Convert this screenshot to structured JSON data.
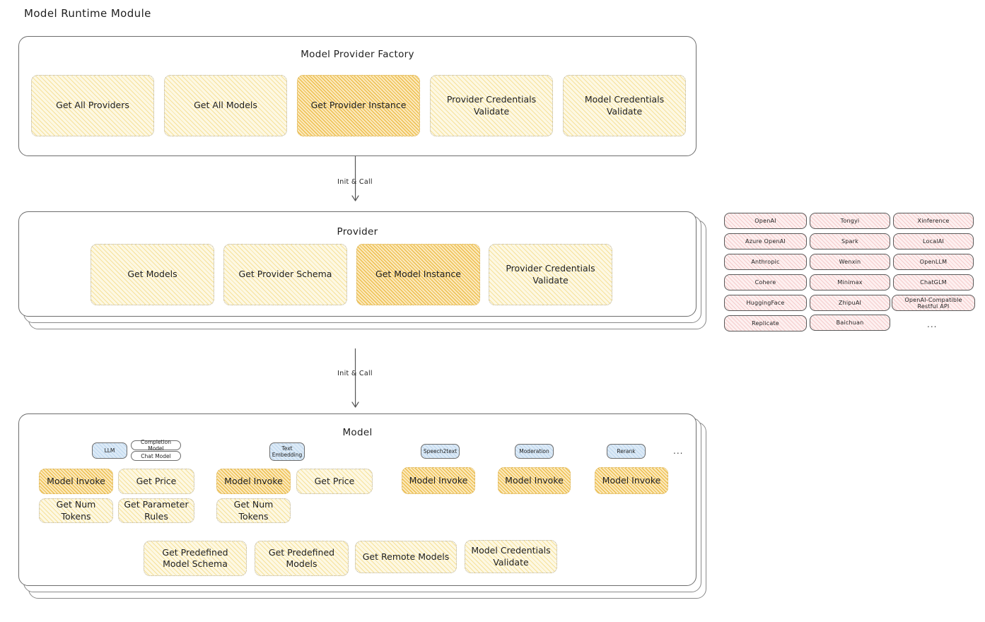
{
  "page": {
    "title": "Model Runtime Module"
  },
  "factory": {
    "title": "Model Provider Factory",
    "methods": [
      {
        "label": "Get All Providers",
        "highlight": false
      },
      {
        "label": "Get All Models",
        "highlight": false
      },
      {
        "label": "Get Provider Instance",
        "highlight": true
      },
      {
        "label": "Provider Credentials Validate",
        "highlight": false
      },
      {
        "label": "Model Credentials Validate",
        "highlight": false
      }
    ]
  },
  "arrows": [
    {
      "label": "Init & Call"
    },
    {
      "label": "Init & Call"
    }
  ],
  "provider": {
    "title": "Provider",
    "methods": [
      {
        "label": "Get Models",
        "highlight": false
      },
      {
        "label": "Get Provider Schema",
        "highlight": false
      },
      {
        "label": "Get Model Instance",
        "highlight": true
      },
      {
        "label": "Provider Credentials Validate",
        "highlight": false
      }
    ]
  },
  "provider_list": {
    "columns": [
      [
        "OpenAI",
        "Azure OpenAI",
        "Anthropic",
        "Cohere",
        "HuggingFace",
        "Replicate"
      ],
      [
        "Tongyi",
        "Spark",
        "Wenxin",
        "Minimax",
        "ZhipuAI",
        "Baichuan"
      ],
      [
        "Xinference",
        "LocalAI",
        "OpenLLM",
        "ChatGLM",
        "OpenAI-Compatible Restful API"
      ]
    ],
    "more": "..."
  },
  "model": {
    "title": "Model",
    "more": "...",
    "types": [
      {
        "badge": "LLM",
        "sub_badges": [
          "Completion Model",
          "Chat Model"
        ],
        "methods": [
          {
            "label": "Model Invoke",
            "highlight": true
          },
          {
            "label": "Get Price",
            "highlight": false
          },
          {
            "label": "Get Num Tokens",
            "highlight": false
          },
          {
            "label": "Get Parameter Rules",
            "highlight": false
          }
        ]
      },
      {
        "badge": "Text Embedding",
        "sub_badges": [],
        "methods": [
          {
            "label": "Model Invoke",
            "highlight": true
          },
          {
            "label": "Get Price",
            "highlight": false
          },
          {
            "label": "Get Num Tokens",
            "highlight": false
          }
        ]
      },
      {
        "badge": "Speech2text",
        "sub_badges": [],
        "methods": [
          {
            "label": "Model Invoke",
            "highlight": true
          }
        ]
      },
      {
        "badge": "Moderation",
        "sub_badges": [],
        "methods": [
          {
            "label": "Model Invoke",
            "highlight": true
          }
        ]
      },
      {
        "badge": "Rerank",
        "sub_badges": [],
        "methods": [
          {
            "label": "Model Invoke",
            "highlight": true
          }
        ]
      }
    ],
    "common_methods": [
      {
        "label": "Get Predefined Model Schema"
      },
      {
        "label": "Get Predefined Models"
      },
      {
        "label": "Get Remote Models"
      },
      {
        "label": "Model Credentials Validate"
      }
    ]
  },
  "colors": {
    "hatch_yellow": "#f0ce5f",
    "hatch_yellow_strong": "#e8af26",
    "hatch_pink": "#e89696",
    "badge_blue": "#dceaf7",
    "stroke": "#1e1e1e"
  }
}
